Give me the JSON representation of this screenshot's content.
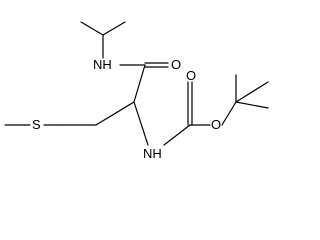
{
  "molecule": {
    "atoms": {
      "amide_nh": "NH",
      "carbamate_nh": "NH",
      "amide_o": "O",
      "carbamate_o_carbonyl": "O",
      "carbamate_o_ester": "O",
      "sulfur": "S"
    }
  }
}
